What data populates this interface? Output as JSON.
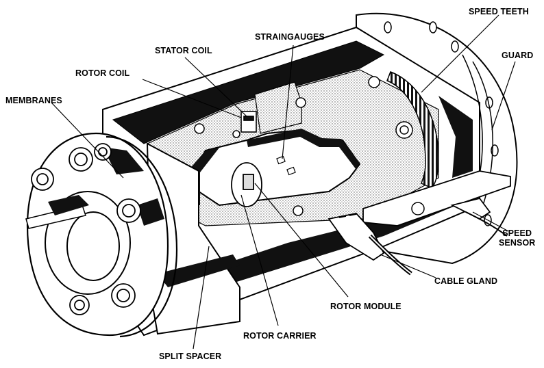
{
  "labels": {
    "speed_teeth": "SPEED TEETH",
    "straingauges": "STRAINGAUGES",
    "stator_coil": "STATOR COIL",
    "guard": "GUARD",
    "rotor_coil": "ROTOR COIL",
    "membranes": "MEMBRANES",
    "speed_sensor_line1": "SPEED",
    "speed_sensor_line2": "SENSOR",
    "cable_gland": "CABLE GLAND",
    "rotor_module": "ROTOR MODULE",
    "rotor_carrier": "ROTOR CARRIER",
    "split_spacer": "SPLIT SPACER"
  },
  "colors": {
    "ink": "#000000",
    "paper": "#ffffff",
    "shade": "#6a6a6a",
    "light_shade": "#bdbdbd"
  }
}
